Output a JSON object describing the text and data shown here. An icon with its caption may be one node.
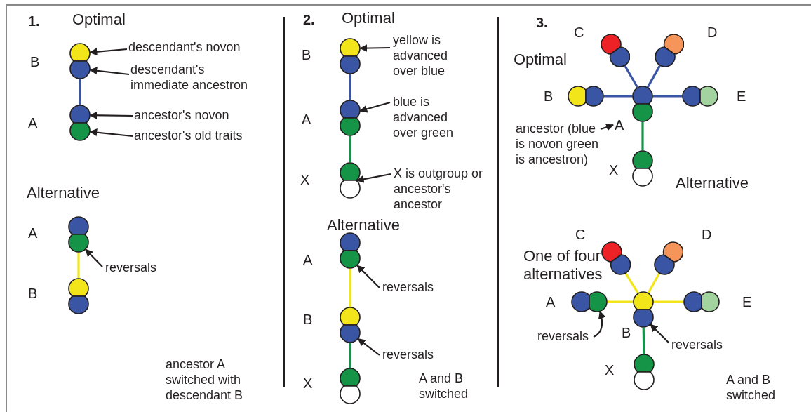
{
  "diagram": {
    "nodes": [
      {
        "text": [],
        "shape": "circle",
        "beside": [
          "B"
        ]
      },
      {
        "text": [],
        "shape": "circle",
        "beside": [
          "A"
        ]
      },
      {
        "text": [
          "descendant's novon"
        ]
      },
      {
        "text": [
          "descendant's immediate ancestron"
        ]
      },
      {
        "text": [
          "ancestor's novon"
        ]
      },
      {
        "text": [
          "ancestor's old traits"
        ]
      },
      {
        "text": [],
        "shape": "circle",
        "beside": [
          "A"
        ]
      },
      {
        "text": [],
        "shape": "circle",
        "beside": [
          "B"
        ]
      },
      {
        "text": [
          "reversals"
        ]
      },
      {
        "text": [],
        "shape": "circle",
        "beside": [
          "B"
        ]
      },
      {
        "text": [],
        "shape": "circle",
        "beside": [
          "A"
        ]
      },
      {
        "text": [],
        "shape": "circle",
        "beside": [
          "X"
        ]
      },
      {
        "text": [
          "yellow is advanced over blue"
        ]
      },
      {
        "text": [
          "blue is advanced over green"
        ]
      },
      {
        "text": [
          "X is outgroup or ancestor's ancestor"
        ]
      },
      {
        "text": [],
        "shape": "circle",
        "beside": [
          "A"
        ]
      },
      {
        "text": [],
        "shape": "circle",
        "beside": [
          "B"
        ]
      },
      {
        "text": [],
        "shape": "circle",
        "beside": [
          "X"
        ]
      },
      {
        "text": [
          "reversals"
        ]
      },
      {
        "text": [
          "reversals"
        ]
      },
      {
        "text": [],
        "shape": "circle",
        "beside": [
          "C"
        ]
      },
      {
        "text": [],
        "shape": "circle",
        "beside": [
          "D"
        ]
      },
      {
        "text": [],
        "shape": "circle",
        "beside": [
          "B"
        ]
      },
      {
        "text": [],
        "shape": "circle"
      },
      {
        "text": [],
        "shape": "circle",
        "beside": [
          "E"
        ]
      },
      {
        "text": [],
        "shape": "circle",
        "beside": [
          "X"
        ]
      },
      {
        "text": [
          "ancestor (blue is novon green is ancestron)"
        ]
      },
      {
        "text": [
          "A"
        ]
      },
      {
        "text": [],
        "shape": "circle",
        "beside": [
          "C"
        ]
      },
      {
        "text": [],
        "shape": "circle",
        "beside": [
          "D"
        ]
      },
      {
        "text": [],
        "shape": "circle",
        "beside": [
          "A"
        ]
      },
      {
        "text": [],
        "shape": "circle",
        "beside": [
          "B"
        ]
      },
      {
        "text": [],
        "shape": "circle",
        "beside": [
          "E"
        ]
      },
      {
        "text": [],
        "shape": "circle",
        "beside": [
          "X"
        ]
      },
      {
        "text": [
          "reversals"
        ]
      },
      {
        "text": [
          "reversals"
        ]
      }
    ],
    "edges": [
      {
        "from": 0,
        "to": 1,
        "arrow": "none",
        "color": "#3a55a4"
      },
      {
        "from": 2,
        "to": 0,
        "arrow": "to"
      },
      {
        "from": 3,
        "to": 0,
        "arrow": "to"
      },
      {
        "from": 4,
        "to": 1,
        "arrow": "to"
      },
      {
        "from": 5,
        "to": 1,
        "arrow": "to"
      },
      {
        "from": 6,
        "to": 7,
        "arrow": "none",
        "color": "#f2e61b"
      },
      {
        "from": 8,
        "to": 6,
        "arrow": "to"
      },
      {
        "from": 9,
        "to": 10,
        "arrow": "none",
        "color": "#3a55a4"
      },
      {
        "from": 10,
        "to": 11,
        "arrow": "none",
        "color": "#16924a"
      },
      {
        "from": 12,
        "to": 9,
        "arrow": "to"
      },
      {
        "from": 13,
        "to": 10,
        "arrow": "to"
      },
      {
        "from": 14,
        "to": 11,
        "arrow": "to"
      },
      {
        "from": 15,
        "to": 16,
        "arrow": "none",
        "color": "#f2e61b"
      },
      {
        "from": 16,
        "to": 17,
        "arrow": "none",
        "color": "#16924a"
      },
      {
        "from": 18,
        "to": 15,
        "arrow": "to"
      },
      {
        "from": 19,
        "to": 16,
        "arrow": "to"
      },
      {
        "from": 20,
        "to": 23,
        "arrow": "none",
        "color": "#3a55a4"
      },
      {
        "from": 21,
        "to": 23,
        "arrow": "none",
        "color": "#3a55a4"
      },
      {
        "from": 22,
        "to": 23,
        "arrow": "none",
        "color": "#3a55a4"
      },
      {
        "from": 24,
        "to": 23,
        "arrow": "none",
        "color": "#3a55a4"
      },
      {
        "from": 23,
        "to": 25,
        "arrow": "none",
        "color": "#16924a"
      },
      {
        "from": 26,
        "to": 27,
        "arrow": "to"
      },
      {
        "from": 28,
        "to": 31,
        "arrow": "none",
        "color": "#f2e61b"
      },
      {
        "from": 29,
        "to": 31,
        "arrow": "none",
        "color": "#f2e61b"
      },
      {
        "from": 30,
        "to": 31,
        "arrow": "none",
        "color": "#f2e61b"
      },
      {
        "from": 32,
        "to": 31,
        "arrow": "none",
        "color": "#f2e61b"
      },
      {
        "from": 31,
        "to": 33,
        "arrow": "none",
        "color": "#16924a"
      },
      {
        "from": 34,
        "to": 30,
        "arrow": "to"
      },
      {
        "from": 35,
        "to": 31,
        "arrow": "to"
      }
    ],
    "labels": [
      "1.",
      "Optimal",
      "Alternative",
      "ancestor A switched with descendant B",
      "2.",
      "Optimal",
      "Alternative",
      "A and B switched",
      "3.",
      "Optimal",
      "Alternative",
      "One of four alternatives",
      "A and B switched"
    ]
  }
}
